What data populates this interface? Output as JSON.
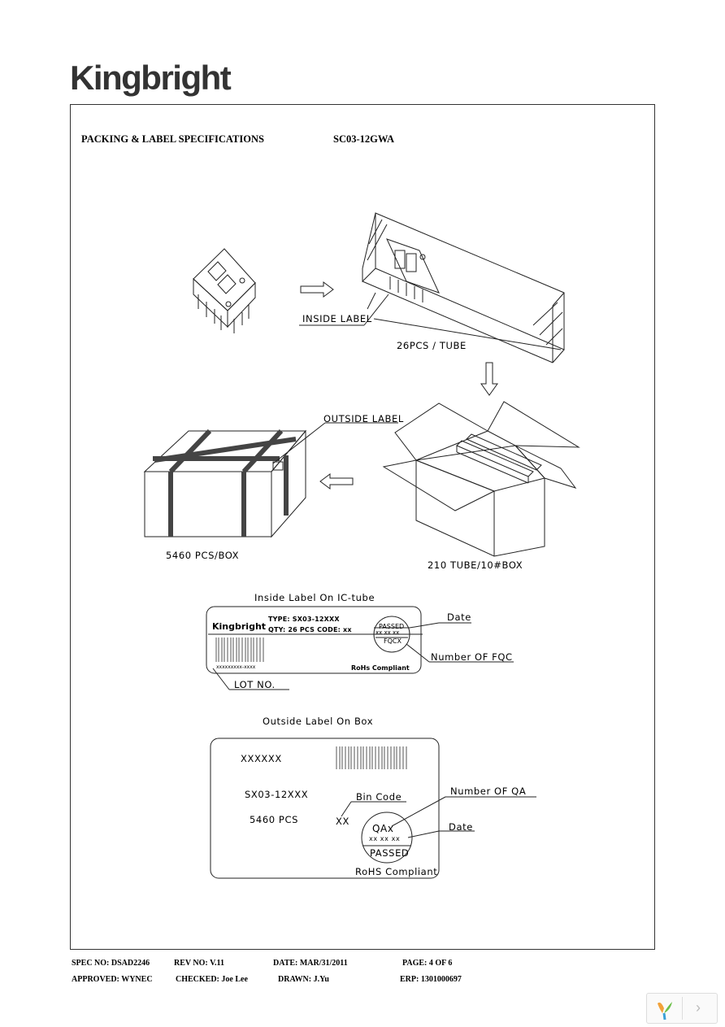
{
  "brand": {
    "logo": "Kingbright"
  },
  "header": {
    "title": "PACKING & LABEL SPECIFICATIONS",
    "part": "SC03-12GWA"
  },
  "diagram": {
    "inside_label": "INSIDE LABEL",
    "tube_qty": "26PCS / TUBE",
    "outside_label": "OUTSIDE LABEL",
    "box_qty": "5460 PCS/BOX",
    "carton_qty": "210 TUBE/10#BOX"
  },
  "inside_tag": {
    "title": "Inside Label On IC-tube",
    "brand": "Kingbright",
    "type": "TYPE: SX03-12XXX",
    "qty": "QTY: 26 PCS CODE: xx",
    "passed": "PASSED",
    "stamp_code": "xx xx xx",
    "fqc": "FQCX",
    "date": "Date",
    "number_fqc": "Number OF FQC",
    "lot_code": "xxxxxxxxx-xxxx",
    "rohs": "RoHs Compliant",
    "lot_no": "LOT NO."
  },
  "outside_tag": {
    "title": "Outside Label On Box",
    "code": "XXXXXX",
    "part": "SX03-12XXX",
    "pcs": "5460 PCS",
    "bin_value": "XX",
    "bin_code": "Bin Code",
    "number_qa": "Number OF QA",
    "qa": "QAx",
    "stamp_code": "xx xx xx",
    "date": "Date",
    "passed": "PASSED",
    "rohs": "RoHS Compliant"
  },
  "footer": {
    "spec_no": "SPEC NO: DSAD2246",
    "rev_no": "REV NO: V.11",
    "date": "DATE: MAR/31/2011",
    "page": "PAGE: 4 OF 6",
    "approved": "APPROVED: WYNEC",
    "checked": "CHECKED: Joe Lee",
    "drawn": "DRAWN: J.Yu",
    "erp": "ERP: 1301000697"
  }
}
